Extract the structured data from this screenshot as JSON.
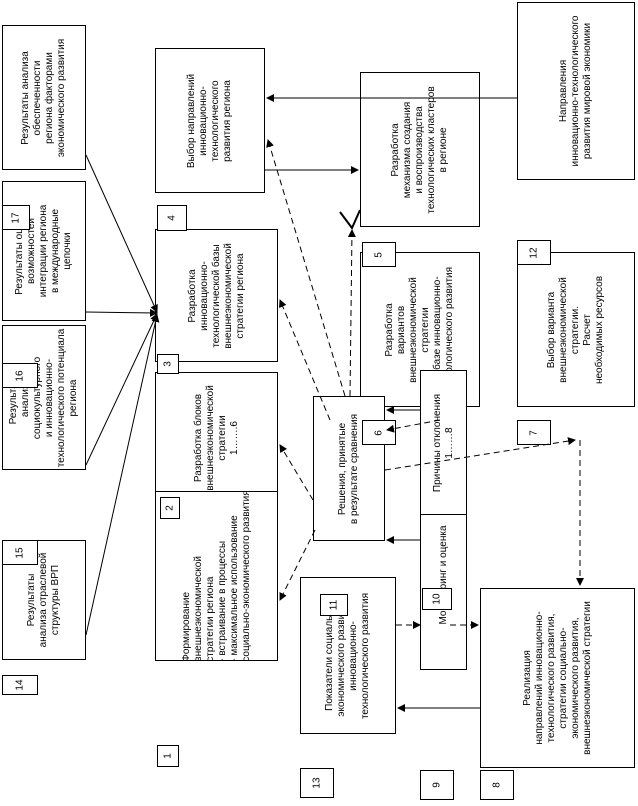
{
  "boxes": {
    "b_res_econ": "Результаты анализа\nобеспеченности\nрегиона факторами\nэкономического развития",
    "b_res_integration": "Результаты оценки\nвозможностей\nинтеграции региона\nв международные\nцепочки",
    "b_res_sociocult": "Результаты\nанализа\nсоциокультурного\nи инновационно-\nтехнологического потенциала\nрегиона",
    "b_res_vrp": "Результаты\nанализа отраслевой\nструктуры ВРП",
    "b_directions_choice": "Выбор направлений\nинновационно-\nтехнологического\nразвития региона",
    "b_dev_base": "Разработка\nинновационно-\nтехнологической базы\nвнешнеэкономической\nстратегии региона",
    "b_dev_blocks": "Разработка блоков\nвнешнеэкономической\nстратегии\n1…….6",
    "b_formation": "Формирование\nвнешнеэкономической\nстратегии региона\n- встраивание в процессы\n- максимальное использование\nсоциально-экономического развития",
    "b_mechanism": "Разработка\nмеханизма создания\nи воспроизводства\nтехнологических кластеров\nв регионе",
    "b_world_directions": "Направления\nинновационно-технологического\nразвития мировой экономики",
    "b_variants": "Разработка\nвариантов\nвнешнеэкономической\nстратегии\nна базе инновационно-\nтехнологического развития",
    "b_choice_variant": "Выбор варианта\nвнешнеэкономической\nстратегии.\nРасчет\nнеобходимых ресурсов",
    "b_decisions": "Решения, принятые\nв результате сравнения",
    "b_causes": "Причины отклонения\n1……8",
    "b_monitoring": "Мониторинг и оценка",
    "b_indicators": "Показатели социально-\nэкономического развития,\nинновационно-\nтехнологического развития",
    "b_realization": "Реализация\nнаправлений инновационно-\nтехнологического развития,\nстратегии социально-\nэкономического развития,\nвнешнеэкономической стратегии"
  },
  "numbers": {
    "n1": "1",
    "n2": "2",
    "n3": "3",
    "n4": "4",
    "n5": "5",
    "n6": "6",
    "n7": "7",
    "n8": "8",
    "n9": "9",
    "n10": "10",
    "n11": "11",
    "n12": "12",
    "n13": "13",
    "n14": "14",
    "n15": "15",
    "n16": "16",
    "n17": "17"
  }
}
